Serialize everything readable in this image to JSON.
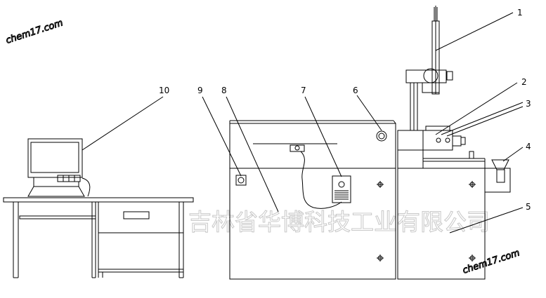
{
  "callouts": {
    "c1": "1",
    "c2": "2",
    "c3": "3",
    "c4": "4",
    "c5": "5",
    "c6": "6",
    "c7": "7",
    "c8": "8",
    "c9": "9",
    "c10": "10"
  },
  "watermark": {
    "company": "吉林省华博科技工业有限公司",
    "site": "chem17.com"
  },
  "icons": [
    "computer-monitor-icon",
    "keyboard-icon"
  ]
}
